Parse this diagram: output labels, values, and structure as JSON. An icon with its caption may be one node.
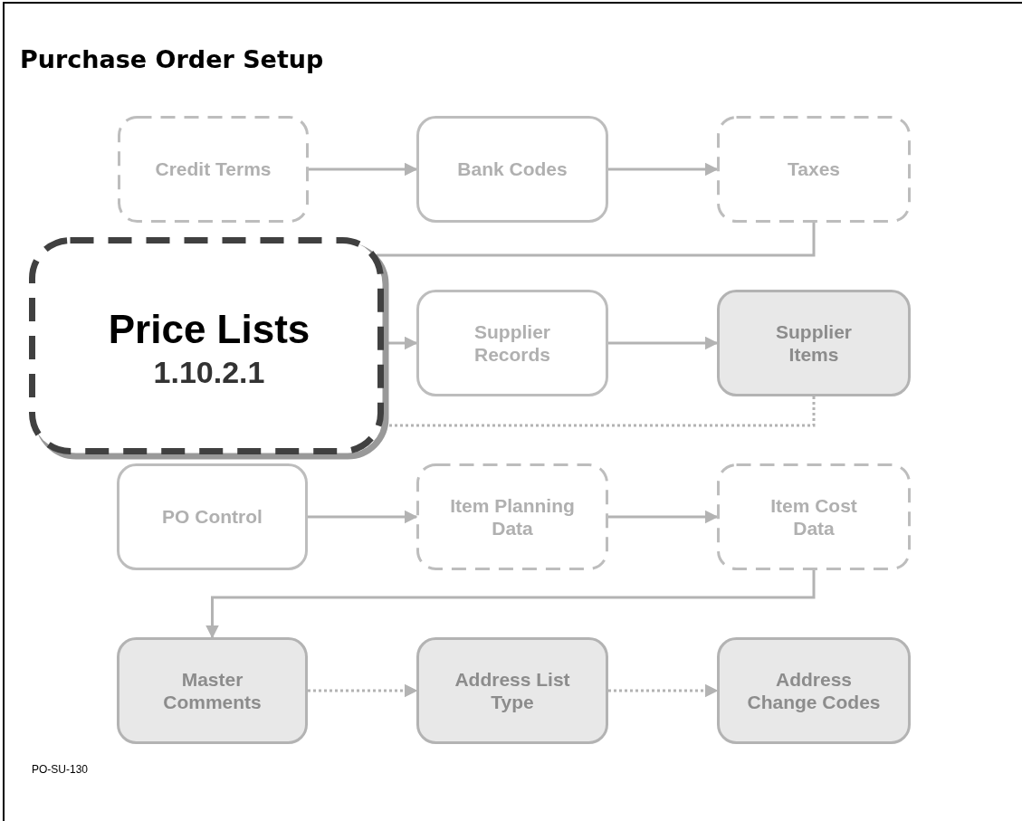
{
  "diagram": {
    "title": "Purchase Order Setup",
    "nodes": [
      {
        "text": [
          "Credit Terms"
        ]
      },
      {
        "text": [
          "Bank Codes"
        ]
      },
      {
        "text": [
          "Taxes"
        ]
      },
      {
        "text": [
          "Price Lists",
          "1.10.2.1"
        ]
      },
      {
        "text": [
          "Supplier Records"
        ]
      },
      {
        "text": [
          "Supplier Items"
        ]
      },
      {
        "text": [
          "PO Control"
        ]
      },
      {
        "text": [
          "Item Planning Data"
        ]
      },
      {
        "text": [
          "Item Cost Data"
        ]
      },
      {
        "text": [
          "Master Comments"
        ]
      },
      {
        "text": [
          "Address List Type"
        ]
      },
      {
        "text": [
          "Address Change Codes"
        ]
      }
    ],
    "edges": [
      {
        "from": 0,
        "to": 1,
        "arrow": "to"
      },
      {
        "from": 1,
        "to": 2,
        "arrow": "to"
      },
      {
        "from": 2,
        "to": 3,
        "arrow": "none"
      },
      {
        "from": 3,
        "to": 4,
        "arrow": "to"
      },
      {
        "from": 4,
        "to": 5,
        "arrow": "to"
      },
      {
        "from": 5,
        "to": 3,
        "arrow": "none",
        "style": "dashed"
      },
      {
        "from": 6,
        "to": 7,
        "arrow": "to"
      },
      {
        "from": 7,
        "to": 8,
        "arrow": "to"
      },
      {
        "from": 8,
        "to": 9,
        "arrow": "to"
      },
      {
        "from": 9,
        "to": 10,
        "arrow": "to",
        "style": "dashed"
      },
      {
        "from": 10,
        "to": 11,
        "arrow": "to",
        "style": "dashed"
      }
    ],
    "labels": [
      "PO-SU-130"
    ]
  }
}
